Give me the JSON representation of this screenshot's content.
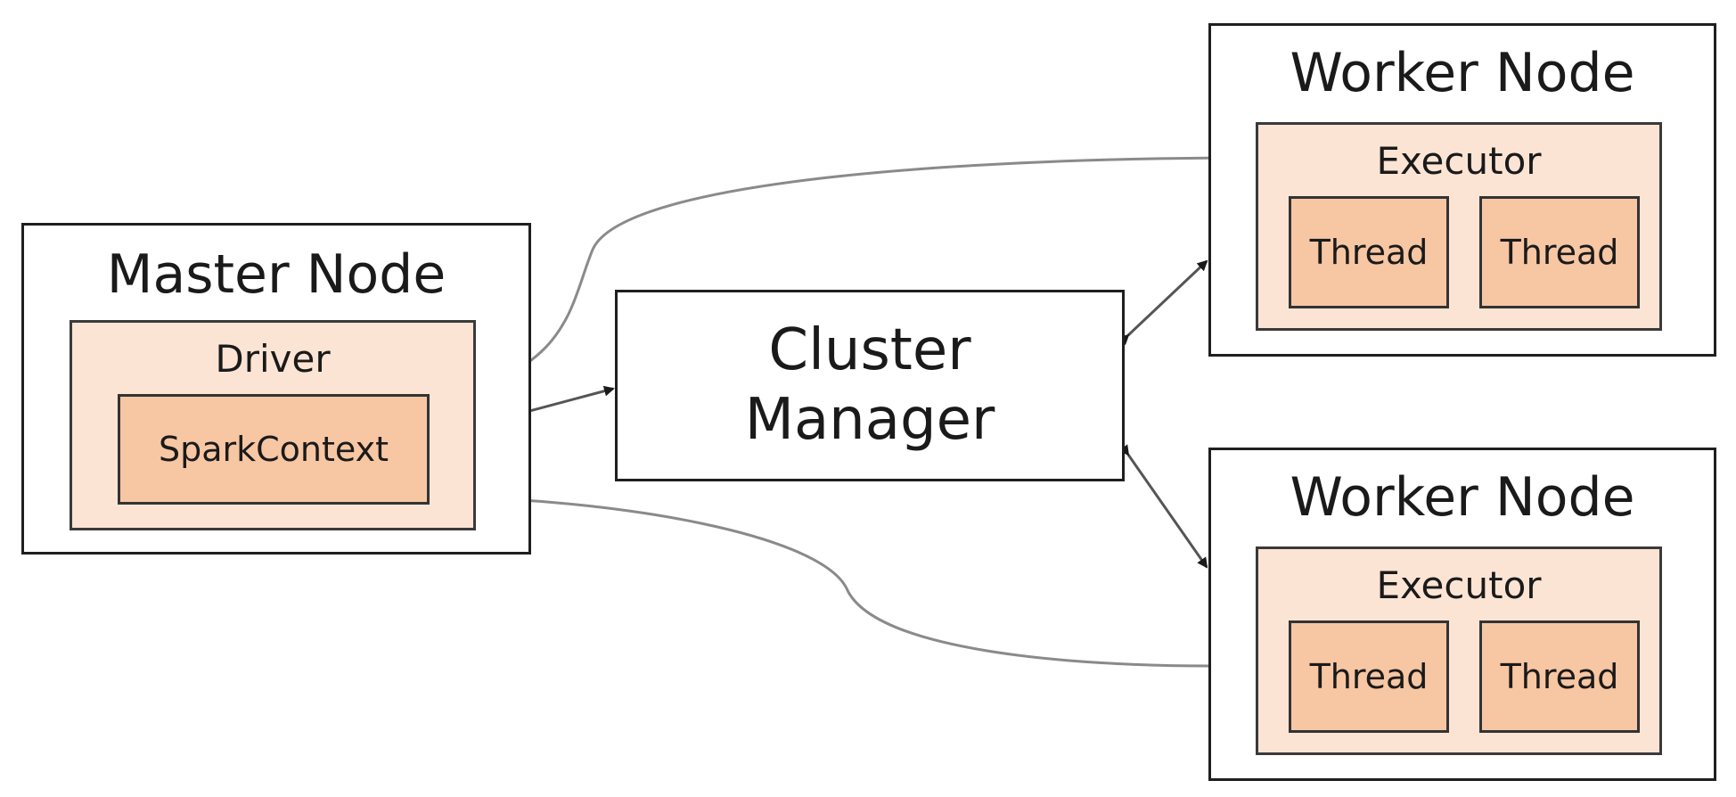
{
  "master_node": {
    "title": "Master Node",
    "driver": {
      "title": "Driver",
      "context": "SparkContext"
    }
  },
  "cluster_manager": {
    "line1": "Cluster",
    "line2": "Manager"
  },
  "worker_nodes": [
    {
      "title": "Worker Node",
      "executor": {
        "title": "Executor",
        "threads": [
          "Thread",
          "Thread"
        ]
      }
    },
    {
      "title": "Worker Node",
      "executor": {
        "title": "Executor",
        "threads": [
          "Thread",
          "Thread"
        ]
      }
    }
  ],
  "colors": {
    "node_border": "#1f1f1f",
    "inner_fill": "#fce4d4",
    "thread_fill": "#f7c6a3",
    "connector": "#888888",
    "arrow": "#1a1a1a"
  }
}
